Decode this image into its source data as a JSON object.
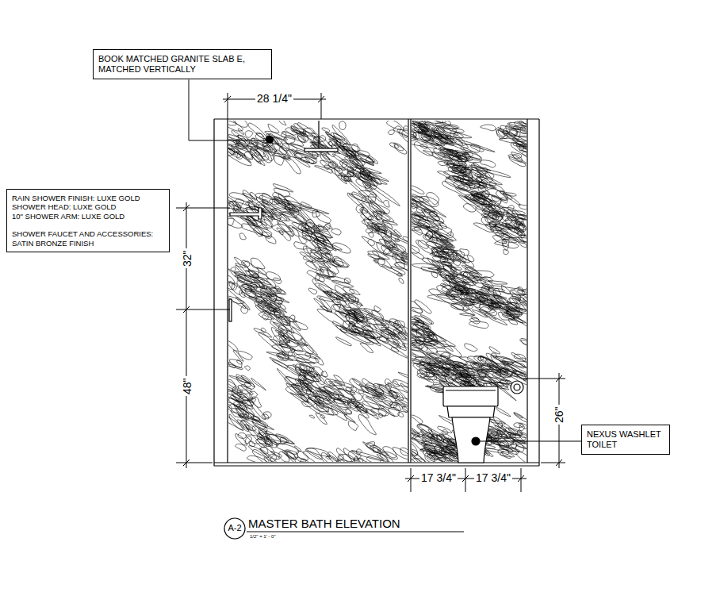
{
  "diagram": {
    "title": "MASTER BATH ELEVATION",
    "nodes": [
      {
        "text": [
          "BOOK MATCHED GRANITE SLAB E, MATCHED VERTICALLY"
        ]
      },
      {
        "text": [
          "RAIN SHOWER FINISH: LUXE GOLD",
          "SHOWER HEAD: LUXE GOLD",
          "10\" SHOWER ARM: LUXE GOLD",
          "SHOWER FAUCET AND ACCESSORIES: SATIN BRONZE FINISH"
        ]
      },
      {
        "text": [
          "NEXUS WASHLET TOILET"
        ]
      },
      {
        "text": [
          "A-2"
        ]
      }
    ],
    "labels": [
      "28 1/4\"",
      "32\"",
      "48\"",
      "26\"",
      "17 3/4\"",
      "17 3/4\"",
      "1/2\" = 1' - 0\""
    ]
  }
}
